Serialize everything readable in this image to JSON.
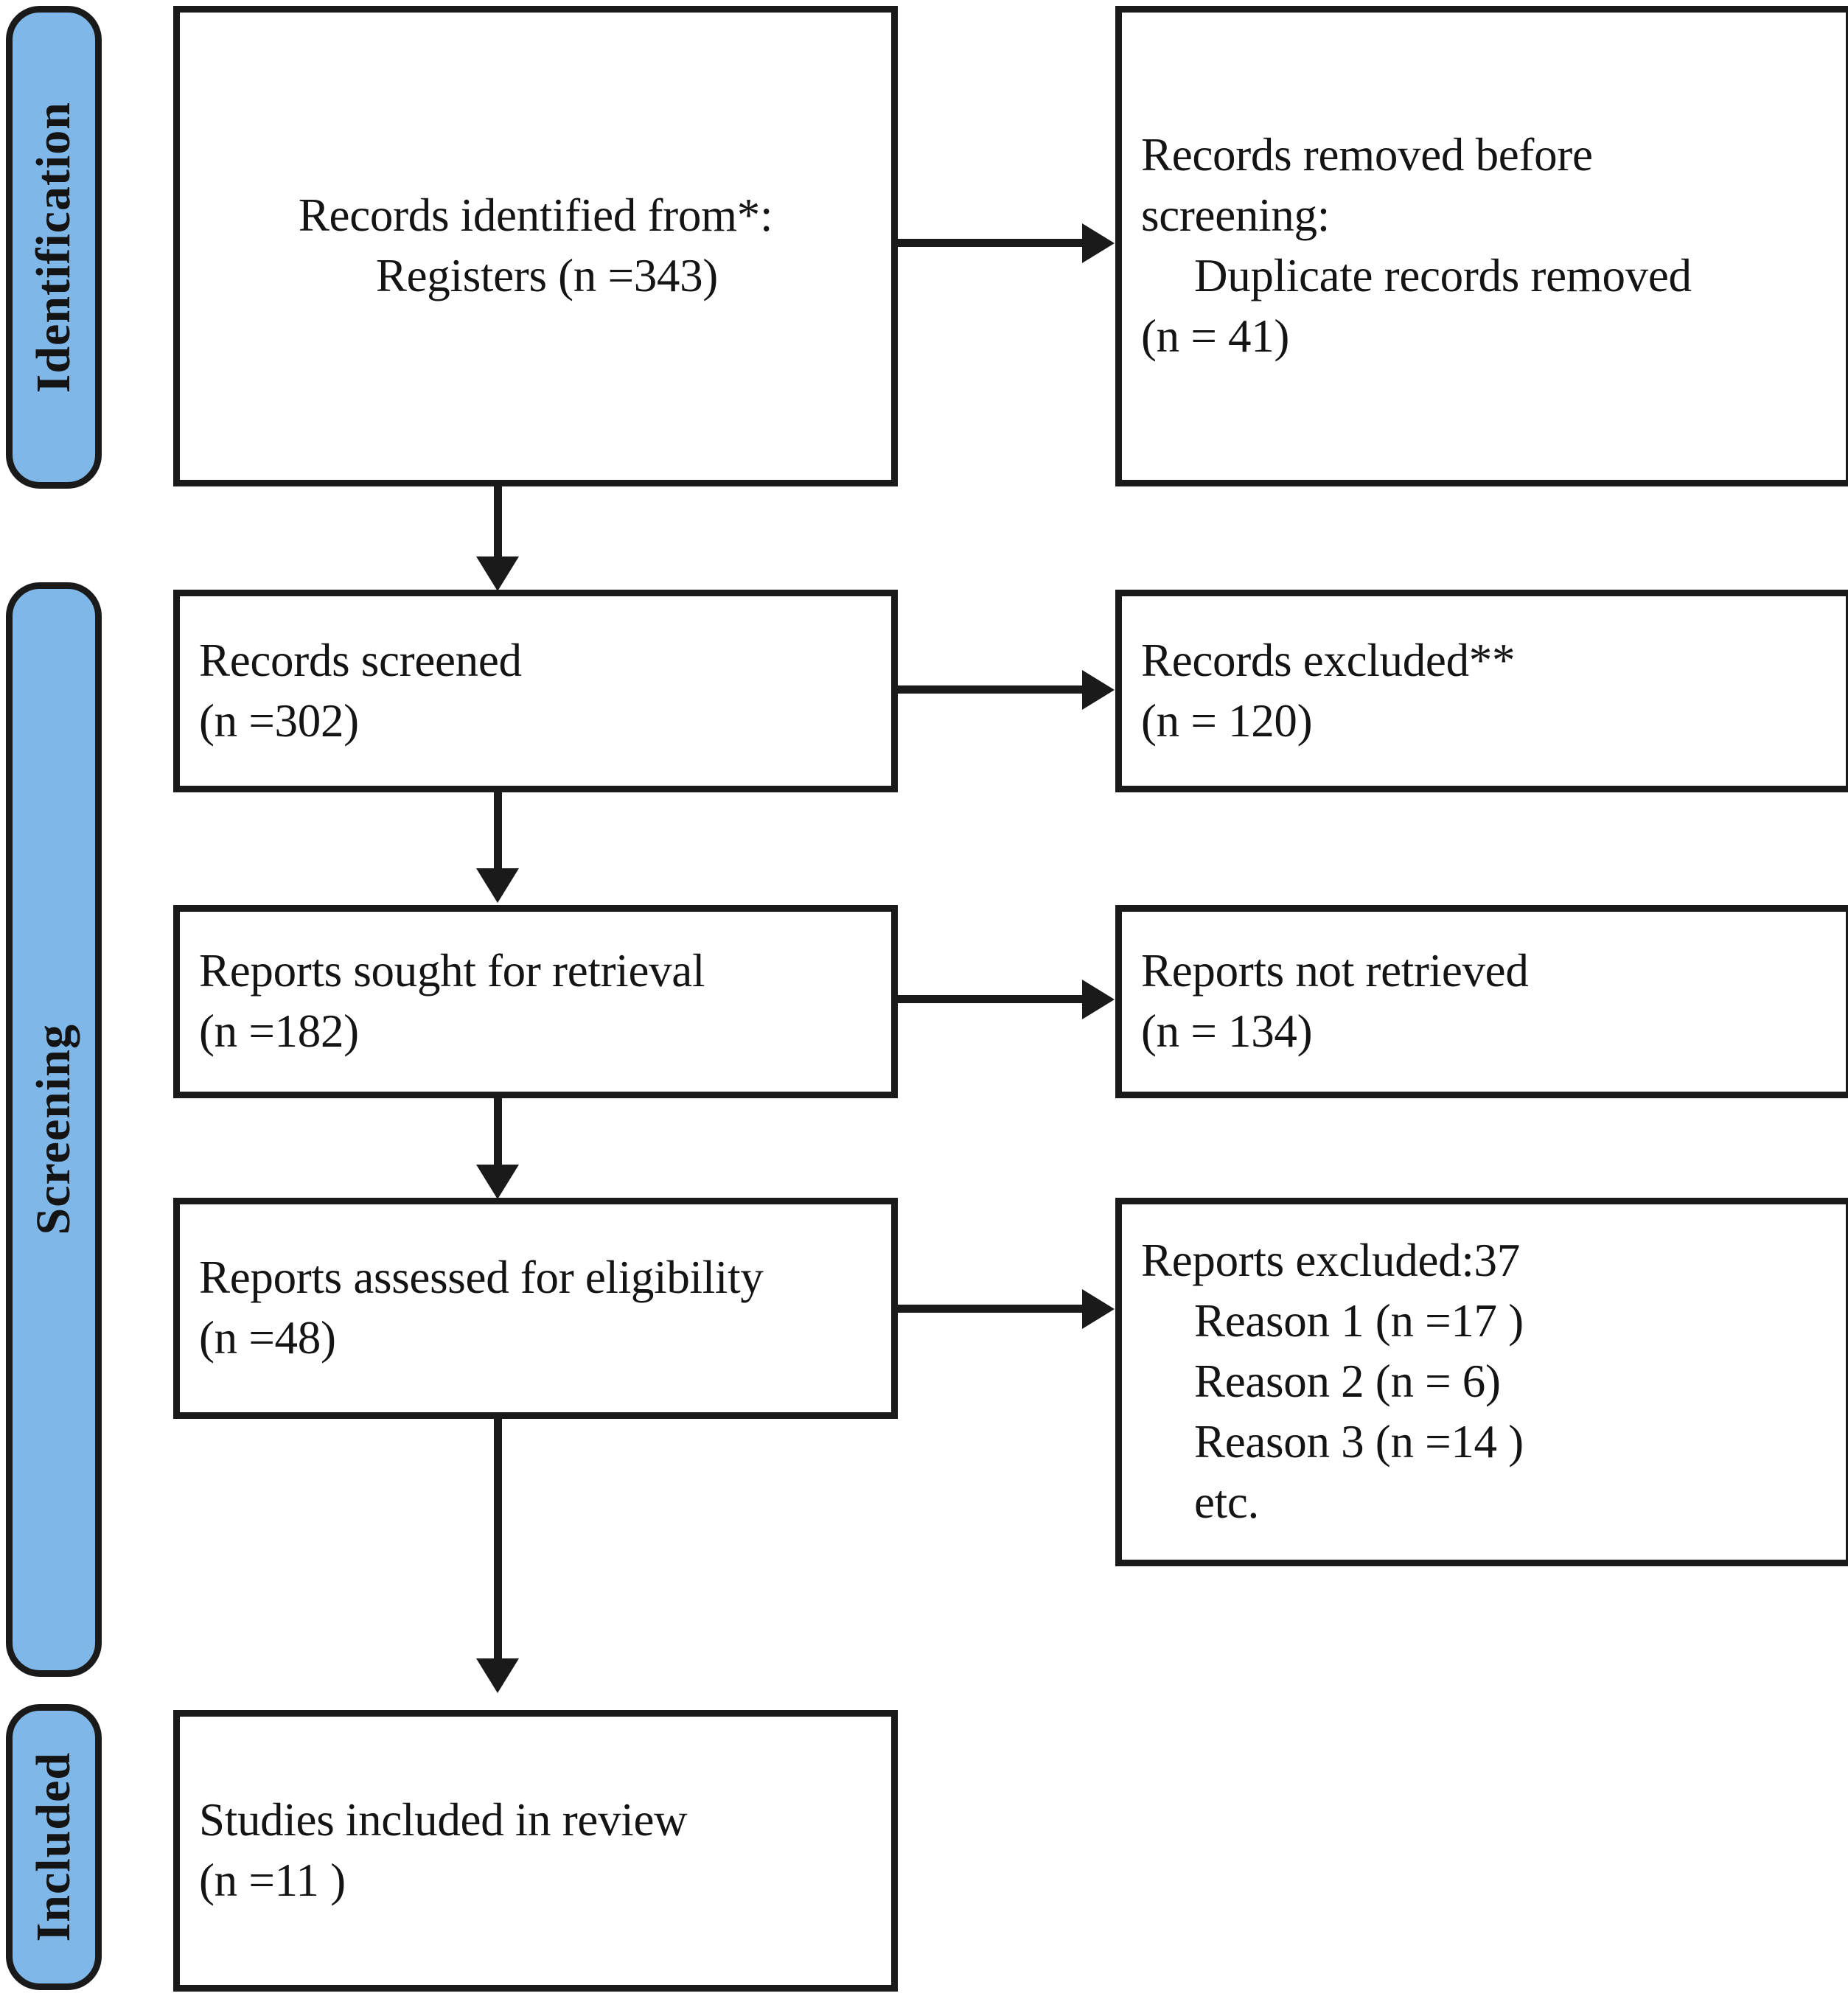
{
  "diagram": {
    "title": "PRISMA 2020 flow diagram",
    "accent_color": "#7FB7E8",
    "line_color": "#1a1a1a",
    "background": "#ffffff"
  },
  "stages": [
    {
      "id": "identification",
      "label": "Identification"
    },
    {
      "id": "screening",
      "label": "Screening"
    },
    {
      "id": "included",
      "label": "Included"
    }
  ],
  "boxes": {
    "identified": {
      "line1": "Records identified from*:",
      "line2": "  Registers (n =343)"
    },
    "removed_before_screening": {
      "line1_plain": "Records removed ",
      "line1_italic": "before",
      "line2_italic": "screening",
      "line2_plain": ":",
      "line3": "Duplicate records removed",
      "line4": "(n = 41)"
    },
    "records_screened": {
      "line1": "Records screened",
      "line2": "(n =302)"
    },
    "records_excluded": {
      "line1": "Records excluded**",
      "line2": "(n = 120)"
    },
    "reports_sought": {
      "line1": "Reports sought for retrieval",
      "line2": "(n =182)"
    },
    "reports_not_retrieved": {
      "line1": "Reports not retrieved",
      "line2": "(n = 134)"
    },
    "reports_assessed": {
      "line1": "Reports assessed for eligibility",
      "line2": "(n =48)"
    },
    "reports_excluded": {
      "line1": "Reports excluded:37",
      "line2": "Reason 1 (n =17 )",
      "line3": "Reason 2 (n = 6)",
      "line4": "Reason 3 (n =14 )",
      "line5": "etc."
    },
    "studies_included": {
      "line1": "Studies included in review",
      "line2": "(n =11 )"
    }
  },
  "flow_data": {
    "type": "flowchart",
    "records_identified_registers": 343,
    "duplicate_records_removed": 41,
    "records_screened": 302,
    "records_excluded": 120,
    "reports_sought_for_retrieval": 182,
    "reports_not_retrieved": 134,
    "reports_assessed_for_eligibility": 48,
    "reports_excluded_total": 37,
    "reports_excluded_reason_1": 17,
    "reports_excluded_reason_2": 6,
    "reports_excluded_reason_3": 14,
    "studies_included_in_review": 11
  }
}
